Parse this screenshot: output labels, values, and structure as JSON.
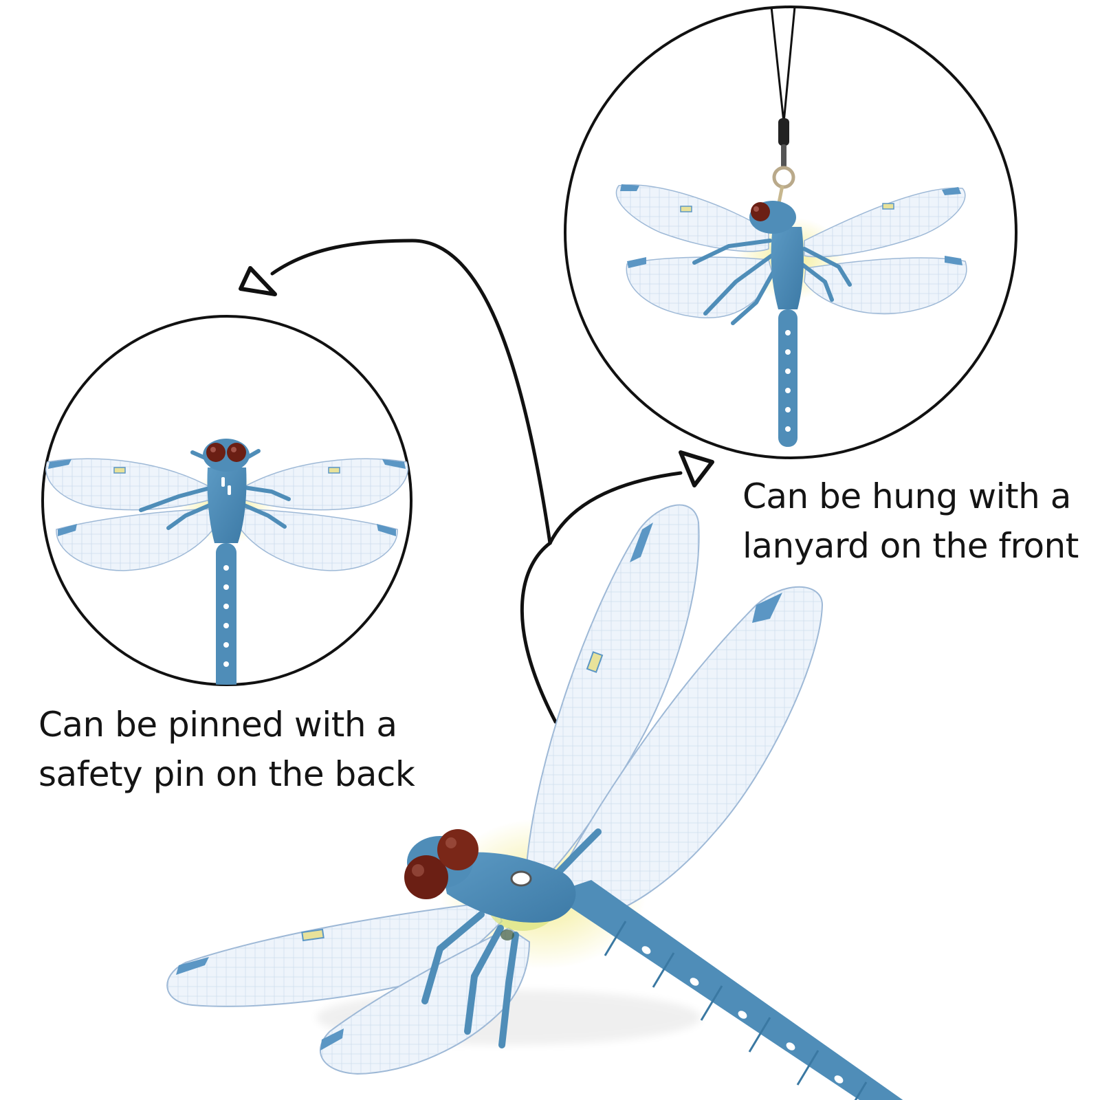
{
  "captions": {
    "front": {
      "line1": "Can be hung with a",
      "line2": "lanyard on the front"
    },
    "back": {
      "line1": "Can be pinned with a",
      "line2": "safety pin on the back"
    }
  },
  "colors": {
    "background": "#ffffff",
    "outline": "#111111",
    "dragonfly_body": "#4f8db8",
    "dragonfly_body_dark": "#2f6f9c",
    "eye": "#6b1f14",
    "wing_fill": "#eef4fb",
    "wing_vein": "#9db8d6",
    "wing_tip": "#5b96c4",
    "thorax_glow": "#f4ef9a",
    "body_spot": "#ffffff"
  },
  "icons": [
    "dragonfly-illustration",
    "arrow-head-icon",
    "lanyard-strap-icon"
  ]
}
